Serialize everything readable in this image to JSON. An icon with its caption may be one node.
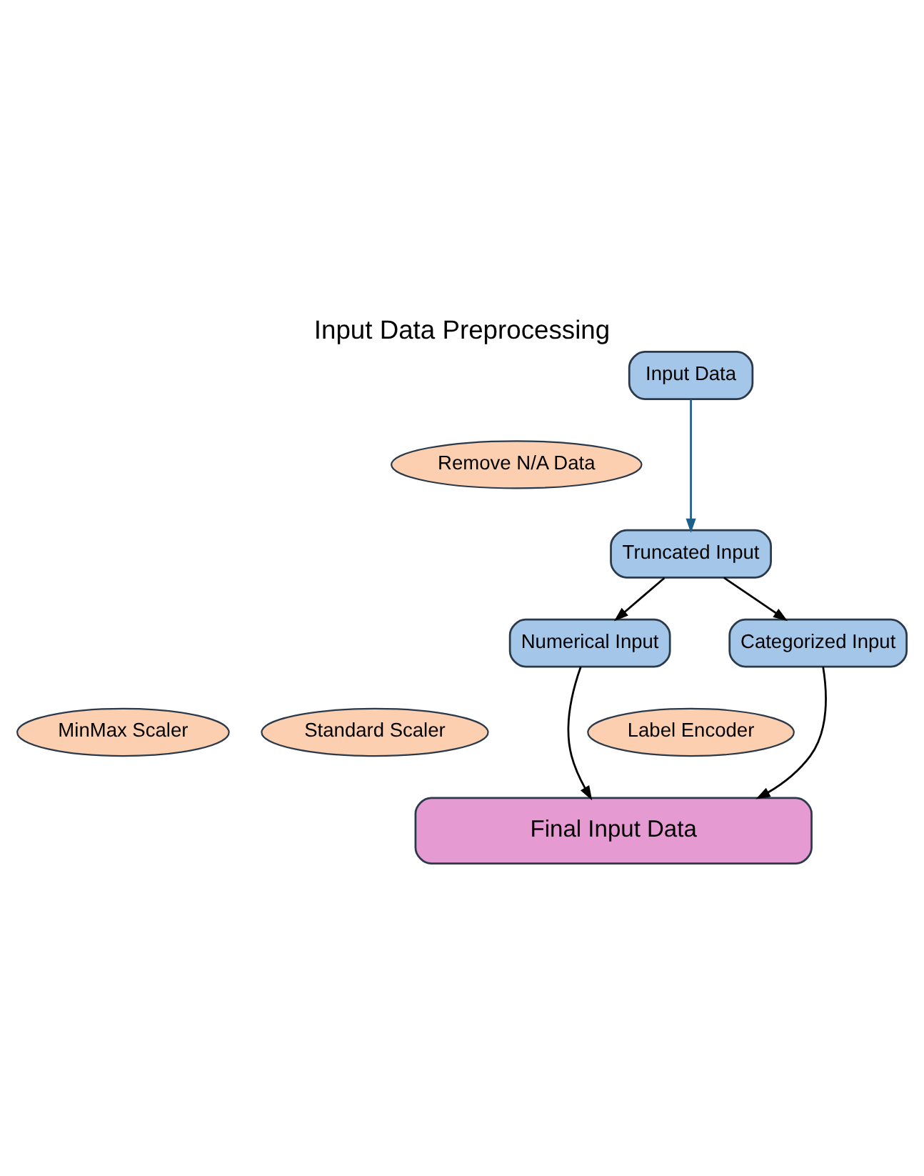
{
  "diagram": {
    "title": "Input Data Preprocessing",
    "nodes": [
      {
        "text": [
          "Input Data"
        ]
      },
      {
        "text": [
          "Remove N/A Data"
        ]
      },
      {
        "text": [
          "Truncated Input"
        ]
      },
      {
        "text": [
          "Numerical Input"
        ]
      },
      {
        "text": [
          "Categorized Input"
        ]
      },
      {
        "text": [
          "MinMax Scaler"
        ]
      },
      {
        "text": [
          "Standard Scaler"
        ]
      },
      {
        "text": [
          "Label Encoder"
        ]
      },
      {
        "text": [
          "Final Input Data"
        ]
      }
    ],
    "edges": [
      {
        "from": 0,
        "to": 2,
        "arrow": "to",
        "color": "#1f5f8b"
      },
      {
        "from": 2,
        "to": 3,
        "arrow": "to"
      },
      {
        "from": 2,
        "to": 4,
        "arrow": "to"
      },
      {
        "from": 3,
        "to": 8,
        "arrow": "to"
      },
      {
        "from": 4,
        "to": 8,
        "arrow": "to"
      }
    ]
  }
}
